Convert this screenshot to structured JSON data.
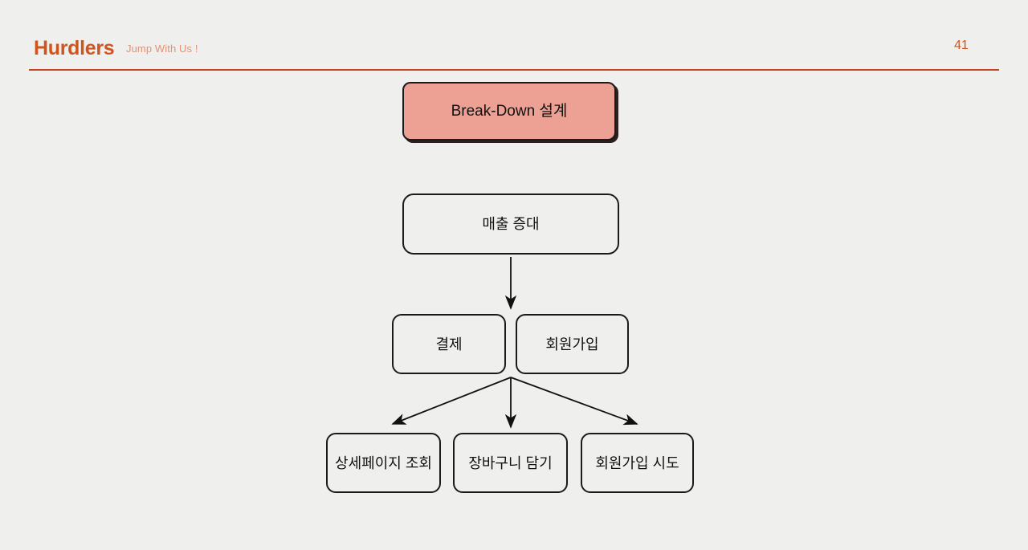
{
  "header": {
    "logo": "Hurdlers",
    "tagline": "Jump With Us !",
    "page_number": "41",
    "accent_color": "#c5441c",
    "logo_color": "#d0541f",
    "tagline_color": "#e09376"
  },
  "slide": {
    "background_color": "#efefee",
    "title_box": {
      "label": "Break-Down 설계",
      "fill_color": "#eda094",
      "border_color": "#1d1a19",
      "text_color": "#111111"
    },
    "diagram": {
      "type": "tree",
      "goal": {
        "label": "매출 증대"
      },
      "level2": [
        {
          "label": "결제"
        },
        {
          "label": "회원가입"
        }
      ],
      "level3": [
        {
          "label": "상세페이지 조회"
        },
        {
          "label": "장바구니 담기"
        },
        {
          "label": "회원가입 시도"
        }
      ],
      "connectors": [
        {
          "name": "goal-to-level2",
          "direction": "down",
          "style": "straight-arrow"
        },
        {
          "name": "level2-to-leaf-left",
          "direction": "down-left",
          "style": "diagonal-arrow"
        },
        {
          "name": "level2-to-leaf-center",
          "direction": "down",
          "style": "straight-arrow"
        },
        {
          "name": "level2-to-leaf-right",
          "direction": "down-right",
          "style": "diagonal-arrow"
        }
      ],
      "node_border_color": "#1a1a1a",
      "connector_color": "#111111"
    }
  }
}
